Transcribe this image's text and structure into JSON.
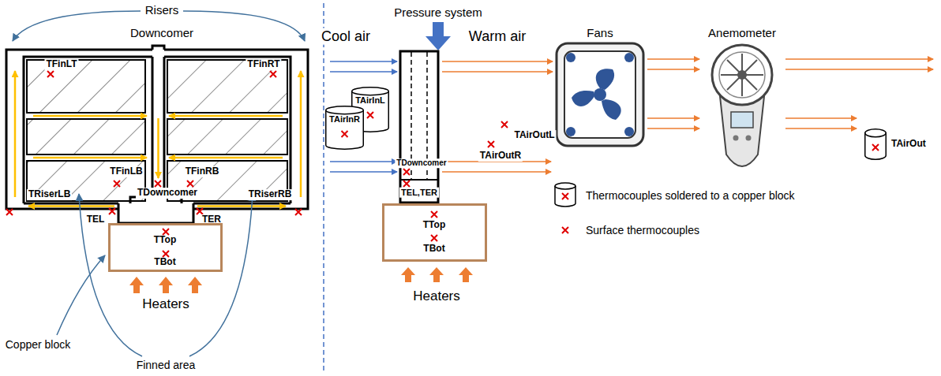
{
  "diagram": {
    "nodes": [
      {
        "text": [
          "TTop",
          "TBot"
        ]
      },
      {
        "text": [
          "TTop",
          "TBot"
        ]
      },
      {
        "text": [
          "TAirInL"
        ]
      },
      {
        "text": [
          "TAirInR"
        ]
      },
      {
        "text": [
          "TAirOut"
        ]
      }
    ],
    "labels": [
      "Risers",
      "Downcomer",
      "TFinLT",
      "TFinRT",
      "TFinLB",
      "TFinRB",
      "TDowncomer",
      "TRiserLB",
      "TRiserRB",
      "TEL",
      "TER",
      "Copper block",
      "Heaters",
      "Finned area",
      "Pressure system",
      "Cool air",
      "Warm air",
      "TAirOutL",
      "TAirOutR",
      "TDowncomer",
      "TEL,TER",
      "Heaters",
      "Fans",
      "Anemometer"
    ],
    "legend": [
      {
        "text": "Thermocouples soldered to a copper block"
      },
      {
        "text": "Surface thermocouples"
      }
    ]
  }
}
